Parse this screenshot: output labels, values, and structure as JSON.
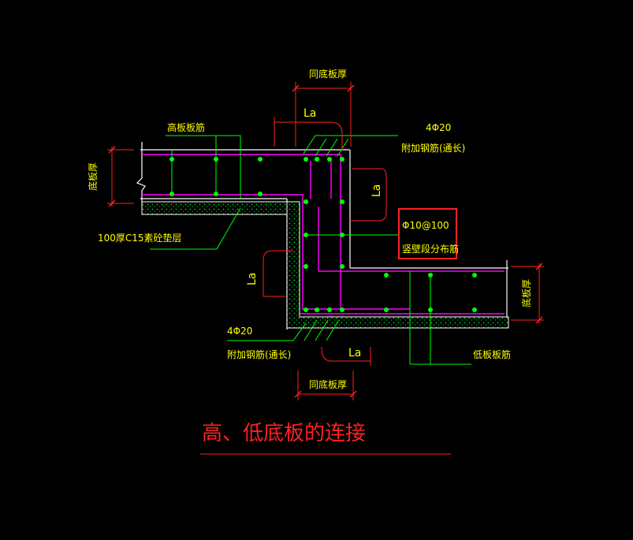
{
  "title": "高、低底板的连接",
  "labels": {
    "same_thickness_top": "同底板厚",
    "same_thickness_bottom": "同底板厚",
    "la_top": "La",
    "la_right": "La",
    "la_left": "La",
    "la_bottom": "La",
    "high_slab_rebar": "高板板筋",
    "low_slab_rebar": "低板板筋",
    "extra_rebar_top_count": "4Φ20",
    "extra_rebar_top_desc": "附加钢筋(通长)",
    "extra_rebar_bottom_count": "4Φ20",
    "extra_rebar_bottom_desc": "附加钢筋(通长)",
    "slab_thickness_left": "底板厚",
    "slab_thickness_right": "底板厚",
    "cushion": "100厚C15素砼垫层",
    "wall_rebar_spec": "Φ10@100",
    "wall_rebar_desc": "竖壁段分布筋"
  },
  "colors": {
    "background": "#000000",
    "outline": "#ffffff",
    "rebar_main": "#ff00ff",
    "rebar_dot": "#00ff00",
    "leader": "#00ff00",
    "dimension": "#ff0000",
    "text": "#ffff00",
    "highlight_box": "#ff2020",
    "cushion_fill": "#00aa00"
  }
}
